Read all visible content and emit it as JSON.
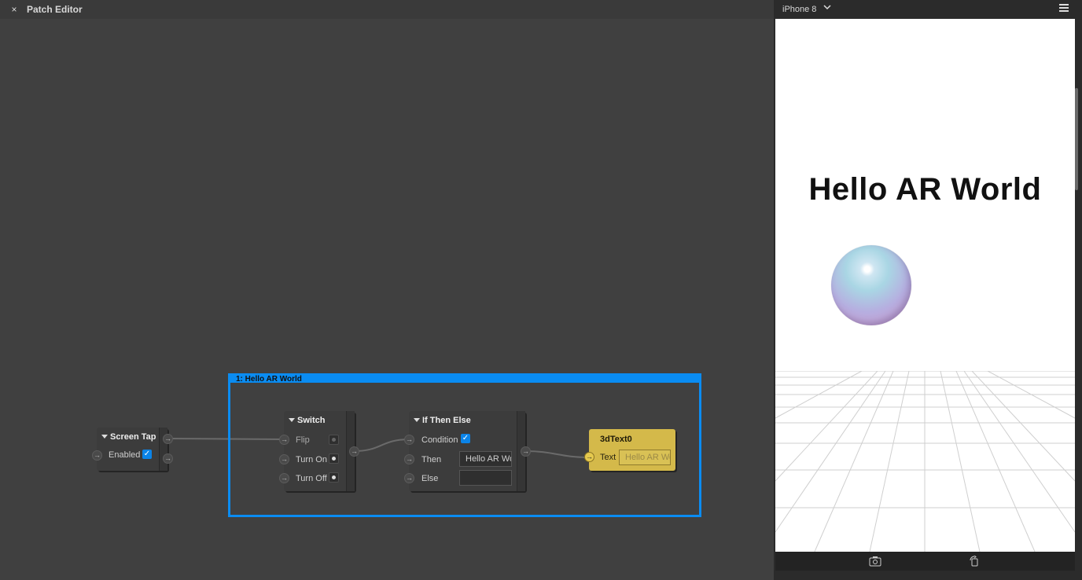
{
  "editor": {
    "title": "Patch Editor",
    "close_icon": "×"
  },
  "group": {
    "title": "1: Hello AR World"
  },
  "nodes": {
    "screen_tap": {
      "title": "Screen Tap",
      "enabled_label": "Enabled",
      "enabled": true
    },
    "switch": {
      "title": "Switch",
      "inputs": [
        "Flip",
        "Turn On",
        "Turn Off"
      ]
    },
    "if_then_else": {
      "title": "If Then Else",
      "condition_label": "Condition",
      "then_label": "Then",
      "else_label": "Else",
      "then_value": "Hello AR World",
      "else_value": "",
      "condition": true
    },
    "text3d": {
      "title": "3dText0",
      "text_label": "Text",
      "text_placeholder": "Hello AR World"
    }
  },
  "preview": {
    "device": "iPhone 8",
    "scene_text": "Hello AR World",
    "icons": {
      "menu": "menu-icon",
      "dropdown": "chevron-down-icon",
      "camera": "camera-switch-icon",
      "rotate": "rotate-icon"
    }
  },
  "colors": {
    "group_border": "#0a8cf2",
    "text_node": "#d4b94a",
    "checkbox": "#0b84e8"
  }
}
